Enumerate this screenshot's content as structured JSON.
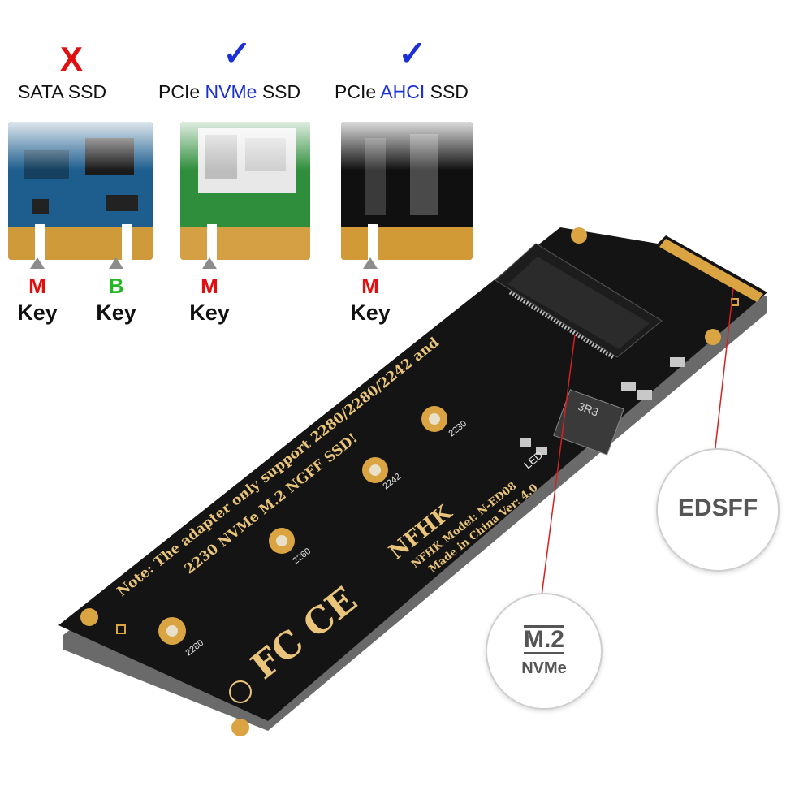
{
  "compatibility": [
    {
      "mark": "X",
      "mark_color": "#e01010",
      "label_pre": "SATA SSD",
      "label_hl": "",
      "label_post": "",
      "keys": [
        {
          "letter": "M",
          "color": "#e01010",
          "word": "Key"
        },
        {
          "letter": "B",
          "color": "#22b822",
          "word": "Key"
        }
      ]
    },
    {
      "mark": "✓",
      "mark_color": "#1a2fd6",
      "label_pre": "PCIe ",
      "label_hl": "NVMe",
      "label_post": " SSD",
      "keys": [
        {
          "letter": "M",
          "color": "#e01010",
          "word": "Key"
        }
      ]
    },
    {
      "mark": "✓",
      "mark_color": "#1a2fd6",
      "label_pre": "PCIe ",
      "label_hl": "AHCI",
      "label_post": " SSD",
      "keys": [
        {
          "letter": "M",
          "color": "#e01010",
          "word": "Key"
        }
      ]
    }
  ],
  "callouts": {
    "edsff": "EDSFF",
    "m2_top": "M.2",
    "m2_bottom": "NVMe"
  },
  "board": {
    "note_line1": "Note: The adapter only support 2280/2280/2242 and",
    "note_line2": "2230 NVMe M.2 NGFF SSD!",
    "brand": "NFHK",
    "model_line": "NFHK Model: N-ED08",
    "made_line": "Made in China Ver: 4.0",
    "hole_2230": "2230",
    "hole_2242": "2242",
    "hole_2260": "2260",
    "hole_2280": "2280",
    "inductor": "3R3",
    "led": "LED",
    "certs": "FC CE"
  },
  "colors": {
    "pcb": "#141414",
    "gold": "#d9a441",
    "callout_line": "#d42020"
  }
}
